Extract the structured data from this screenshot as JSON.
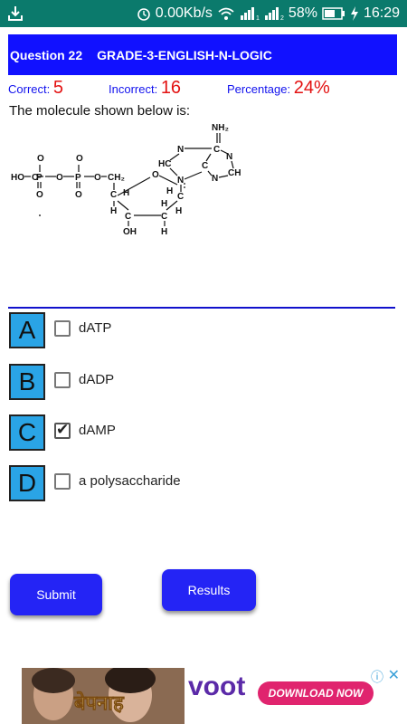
{
  "status_bar": {
    "speed": "0.00Kb/s",
    "battery": "58%",
    "time": "16:29"
  },
  "header": {
    "question": "Question 22",
    "grade": "GRADE-3-ENGLISH-N-LOGIC"
  },
  "scores": {
    "correct_label": "Correct:",
    "correct_value": "5",
    "incorrect_label": "Incorrect:",
    "incorrect_value": "16",
    "percentage_label": "Percentage:",
    "percentage_value": "24%"
  },
  "question_text": "The molecule shown below is:",
  "molecule_labels": {
    "nh2": "NH₂",
    "n1": "N",
    "c1": "C",
    "n2": "N",
    "hc": "HC",
    "n3": "N",
    "c2": "C",
    "ch": "CH",
    "n4": "N",
    "ho": "HO",
    "p1": "P",
    "p2": "P",
    "o1": "O",
    "o2": "O",
    "o3": "O",
    "o4": "O",
    "o5": "O",
    "o6": "O",
    "ch2": "CH₂",
    "o_ring": "O",
    "c_a": "C",
    "h_a": "H",
    "h_b": "H",
    "c_b": "C",
    "h_c": "H",
    "c_c": "C",
    "h_d": "H",
    "c_d": "C",
    "oh": "OH",
    "h_e": "H",
    "h_f": "H",
    "h_g": "H",
    "c_e": "C"
  },
  "options": [
    {
      "letter": "A",
      "label": "dATP",
      "checked": false
    },
    {
      "letter": "B",
      "label": "dADP",
      "checked": false
    },
    {
      "letter": "C",
      "label": "dAMP",
      "checked": true
    },
    {
      "letter": "D",
      "label": "a polysaccharide",
      "checked": false
    }
  ],
  "buttons": {
    "submit": "Submit",
    "results": "Results"
  },
  "ad": {
    "brand": "voot",
    "cta": "DOWNLOAD NOW",
    "show_title": "बेपनाह"
  },
  "colors": {
    "status_bar": "#0b7a6c",
    "header": "#1111ff",
    "score_label": "#1111ee",
    "score_value": "#e31212",
    "option_box": "#2aa4e6",
    "button": "#2424f5"
  }
}
